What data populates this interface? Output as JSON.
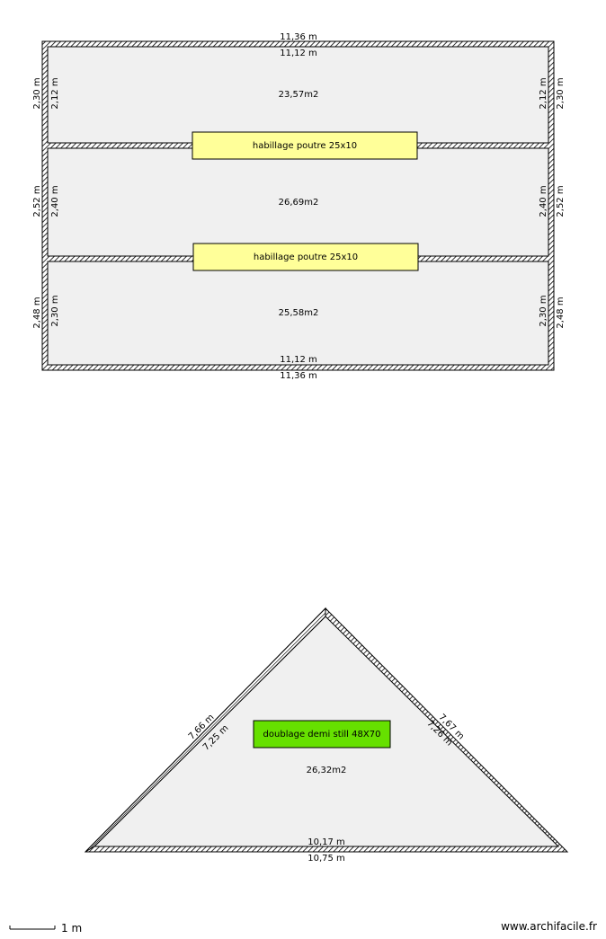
{
  "plan_top": {
    "outer_width": "11,36 m",
    "inner_width": "11,12 m",
    "rooms": [
      {
        "area": "23,57m2",
        "outer_height": "2,30 m",
        "inner_height": "2,12 m"
      },
      {
        "area": "26,69m2",
        "outer_height": "2,52 m",
        "inner_height": "2,40 m"
      },
      {
        "area": "25,58m2",
        "outer_height": "2,48 m",
        "inner_height": "2,30 m"
      }
    ],
    "beams": [
      {
        "label": "habillage poutre 25x10"
      },
      {
        "label": "habillage poutre 25x10"
      }
    ]
  },
  "plan_triangle": {
    "area": "26,32m2",
    "left_outer": "7,66 m",
    "left_inner": "7,25 m",
    "right_outer": "7,67 m",
    "right_inner": "7,26 m",
    "base_inner": "10,17 m",
    "base_outer": "10,75 m",
    "box_label": "doublage demi still 48X70"
  },
  "scale": {
    "label": "1 m"
  },
  "watermark": "www.archifacile.fr",
  "colors": {
    "wall_fill": "#ffffff",
    "wall_stroke": "#000000",
    "room_fill": "#f0f0f0",
    "beam_fill": "#ffff99",
    "box_fill": "#66e000"
  }
}
